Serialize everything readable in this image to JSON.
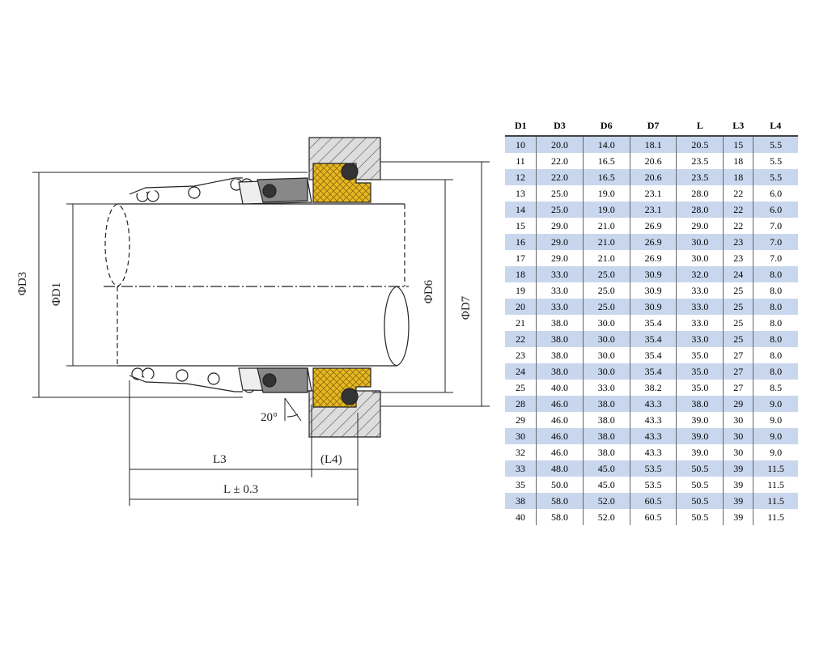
{
  "drawing": {
    "labels": {
      "d3": "ΦD3",
      "d1": "ΦD1",
      "d6": "ΦD6",
      "d7": "ΦD7",
      "l3": "L3",
      "l4": "(L4)",
      "l": "L ± 0.3",
      "angle": "20°"
    }
  },
  "table": {
    "headers": [
      "D1",
      "D3",
      "D6",
      "D7",
      "L",
      "L3",
      "L4"
    ],
    "rows": [
      [
        "10",
        "20.0",
        "14.0",
        "18.1",
        "20.5",
        "15",
        "5.5"
      ],
      [
        "11",
        "22.0",
        "16.5",
        "20.6",
        "23.5",
        "18",
        "5.5"
      ],
      [
        "12",
        "22.0",
        "16.5",
        "20.6",
        "23.5",
        "18",
        "5.5"
      ],
      [
        "13",
        "25.0",
        "19.0",
        "23.1",
        "28.0",
        "22",
        "6.0"
      ],
      [
        "14",
        "25.0",
        "19.0",
        "23.1",
        "28.0",
        "22",
        "6.0"
      ],
      [
        "15",
        "29.0",
        "21.0",
        "26.9",
        "29.0",
        "22",
        "7.0"
      ],
      [
        "16",
        "29.0",
        "21.0",
        "26.9",
        "30.0",
        "23",
        "7.0"
      ],
      [
        "17",
        "29.0",
        "21.0",
        "26.9",
        "30.0",
        "23",
        "7.0"
      ],
      [
        "18",
        "33.0",
        "25.0",
        "30.9",
        "32.0",
        "24",
        "8.0"
      ],
      [
        "19",
        "33.0",
        "25.0",
        "30.9",
        "33.0",
        "25",
        "8.0"
      ],
      [
        "20",
        "33.0",
        "25.0",
        "30.9",
        "33.0",
        "25",
        "8.0"
      ],
      [
        "21",
        "38.0",
        "30.0",
        "35.4",
        "33.0",
        "25",
        "8.0"
      ],
      [
        "22",
        "38.0",
        "30.0",
        "35.4",
        "33.0",
        "25",
        "8.0"
      ],
      [
        "23",
        "38.0",
        "30.0",
        "35.4",
        "35.0",
        "27",
        "8.0"
      ],
      [
        "24",
        "38.0",
        "30.0",
        "35.4",
        "35.0",
        "27",
        "8.0"
      ],
      [
        "25",
        "40.0",
        "33.0",
        "38.2",
        "35.0",
        "27",
        "8.5"
      ],
      [
        "28",
        "46.0",
        "38.0",
        "43.3",
        "38.0",
        "29",
        "9.0"
      ],
      [
        "29",
        "46.0",
        "38.0",
        "43.3",
        "39.0",
        "30",
        "9.0"
      ],
      [
        "30",
        "46.0",
        "38.0",
        "43.3",
        "39.0",
        "30",
        "9.0"
      ],
      [
        "32",
        "46.0",
        "38.0",
        "43.3",
        "39.0",
        "30",
        "9.0"
      ],
      [
        "33",
        "48.0",
        "45.0",
        "53.5",
        "50.5",
        "39",
        "11.5"
      ],
      [
        "35",
        "50.0",
        "45.0",
        "53.5",
        "50.5",
        "39",
        "11.5"
      ],
      [
        "38",
        "58.0",
        "52.0",
        "60.5",
        "50.5",
        "39",
        "11.5"
      ],
      [
        "40",
        "58.0",
        "52.0",
        "60.5",
        "50.5",
        "39",
        "11.5"
      ]
    ]
  },
  "colors": {
    "row_alt": "#c9d7ee",
    "seat": "#e8b820",
    "line": "#222222"
  }
}
